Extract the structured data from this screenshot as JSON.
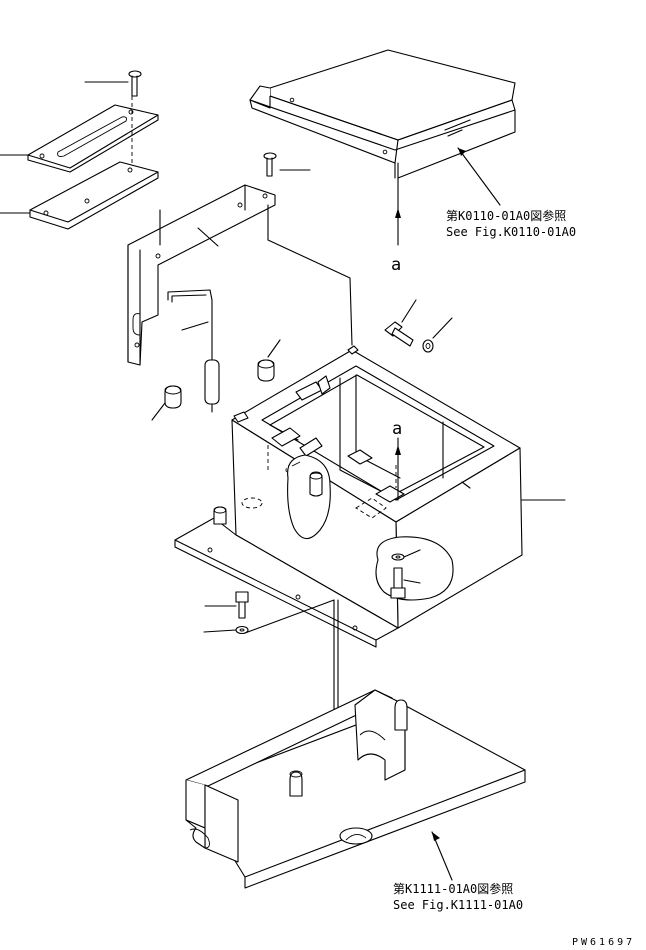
{
  "references": {
    "top_jp": "第K0110-01A0図参照",
    "top_en": "See Fig.K0110-01A0",
    "bottom_jp": "第K1111-01A0図参照",
    "bottom_en": "See Fig.K1111-01A0"
  },
  "markers": {
    "upper_a": "a",
    "inner_a": "a"
  },
  "drawing_code": "PW61697"
}
